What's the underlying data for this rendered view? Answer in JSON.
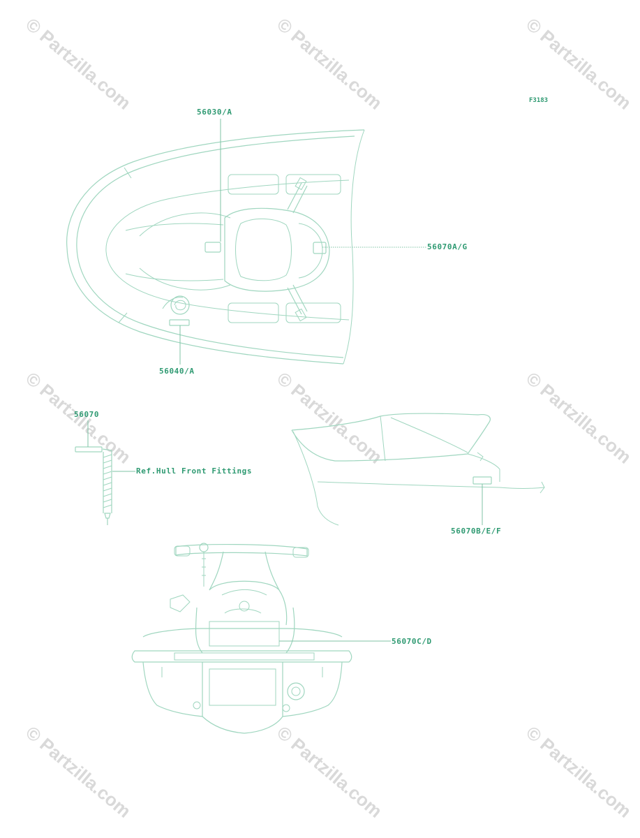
{
  "figure_code": "F3183",
  "watermark": "© Partzilla.com",
  "labels": {
    "hood_label": "56030/A",
    "handle_label": "56070A/G",
    "deck_label": "56040/A",
    "spring_label": "56070",
    "ref_hull": "Ref.Hull Front Fittings",
    "seat_label": "56070B/E/F",
    "rear_label": "56070C/D"
  },
  "colors": {
    "line": "#9fd6bf",
    "text": "#2f9a72",
    "watermark": "#d9d9d9"
  }
}
